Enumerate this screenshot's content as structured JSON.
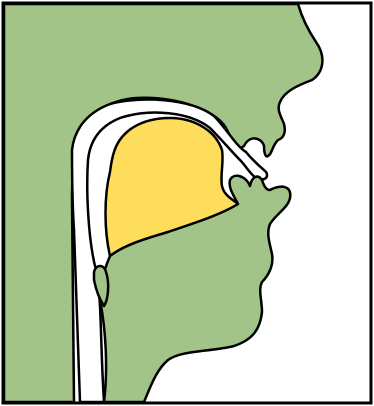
{
  "diagram": {
    "kind": "vocal-tract-sagittal-section",
    "labels": [],
    "parts": [
      {
        "name": "head-tissue",
        "color": "#a2c488"
      },
      {
        "name": "tongue",
        "color": "#a2c488"
      },
      {
        "name": "oral-cavity-air",
        "color": "#ffdd5c"
      },
      {
        "name": "airway",
        "color": "#ffffff"
      }
    ],
    "outline_color": "#000000",
    "background": "#ffffff"
  }
}
